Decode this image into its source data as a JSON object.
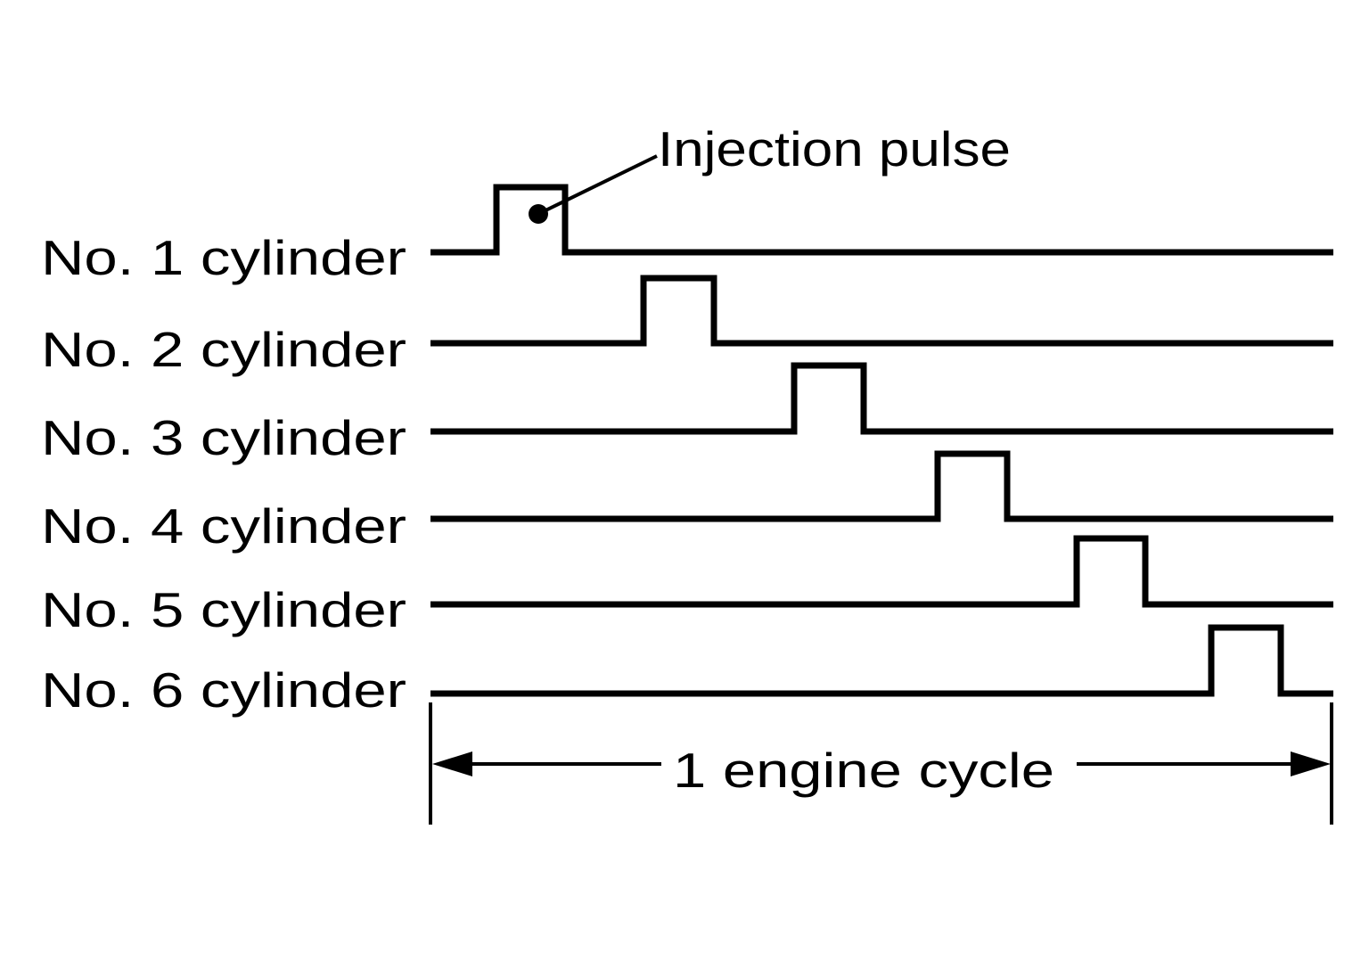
{
  "diagram": {
    "callout_label": "Injection pulse",
    "cycle_label": "1 engine cycle",
    "line_color": "#000000",
    "background_color": "#ffffff",
    "cylinders": [
      {
        "number": "1",
        "label": "No. 1 cylinder"
      },
      {
        "number": "2",
        "label": "No. 2 cylinder"
      },
      {
        "number": "3",
        "label": "No. 3 cylinder"
      },
      {
        "number": "4",
        "label": "No. 4 cylinder"
      },
      {
        "number": "5",
        "label": "No. 5 cylinder"
      },
      {
        "number": "6",
        "label": "No. 6 cylinder"
      }
    ]
  }
}
